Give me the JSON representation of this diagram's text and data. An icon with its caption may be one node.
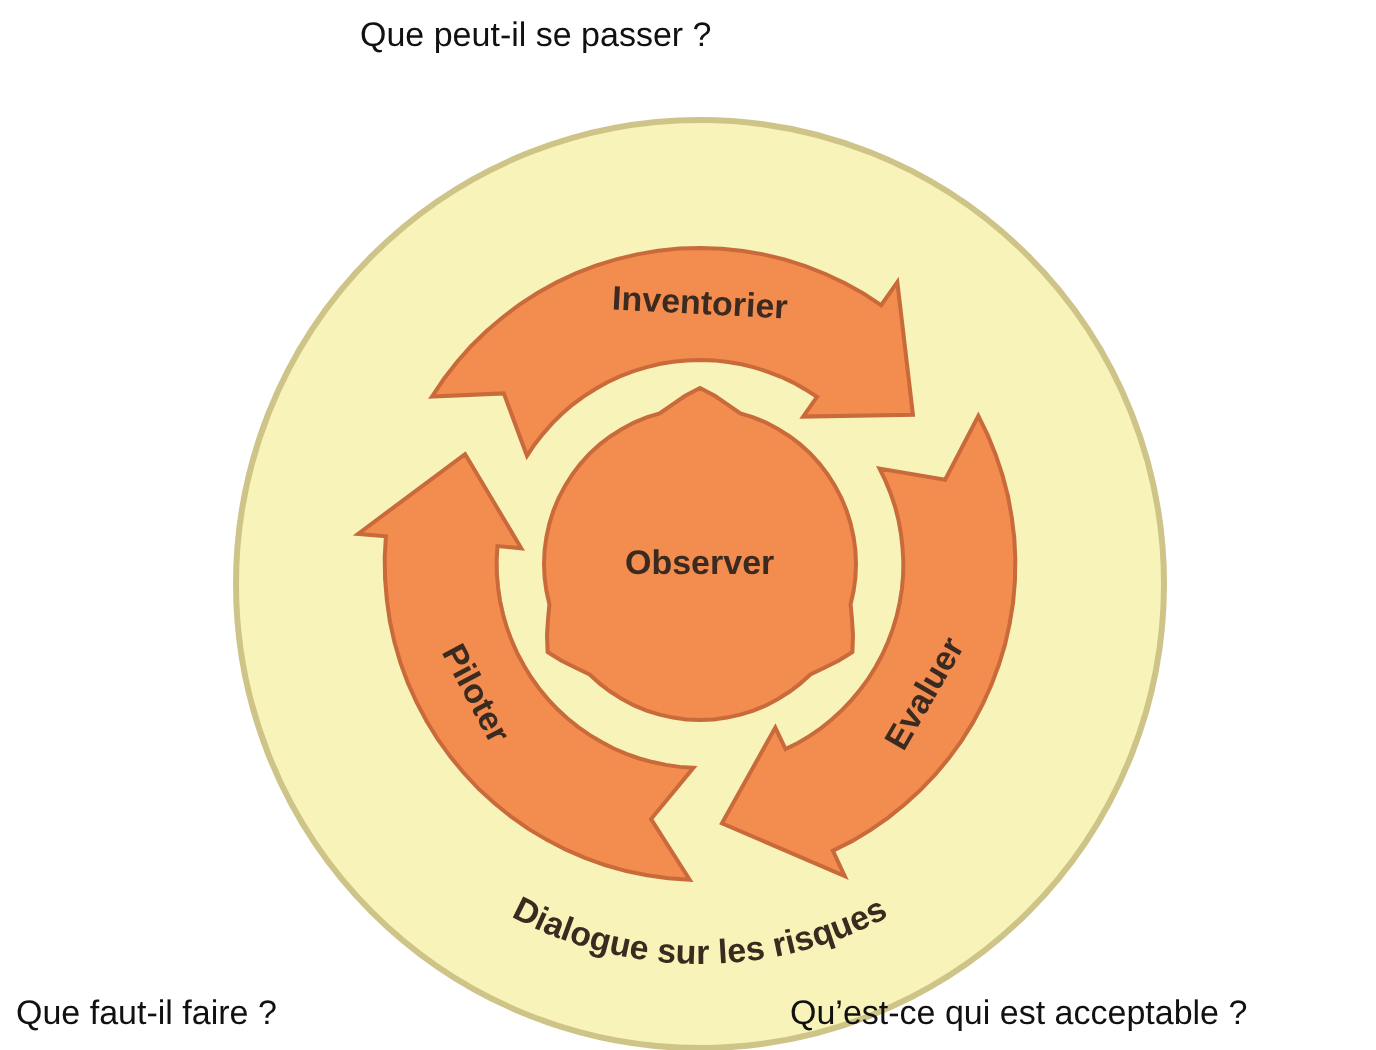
{
  "diagram": {
    "nodes": [
      {
        "text": [
          "Dialogue sur les risques"
        ]
      },
      {
        "text": [
          "Inventorier"
        ],
        "in": 0
      },
      {
        "text": [
          "Evaluer"
        ],
        "in": 0
      },
      {
        "text": [
          "Piloter"
        ],
        "in": 0
      },
      {
        "text": [
          "Observer"
        ],
        "in": 0
      }
    ],
    "labels": [
      "Que peut-il se passer ?",
      "Que faut-il faire ?",
      "Qu’est-ce qui est acceptable ?"
    ]
  }
}
